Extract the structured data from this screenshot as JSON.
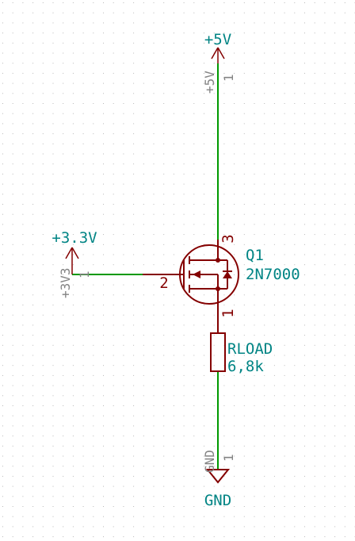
{
  "schematic": {
    "colors": {
      "background": "#ffffff",
      "grid_dot": "#b8b8b8",
      "wire": "#009900",
      "component": "#840000",
      "net_label": "#008484",
      "pin_text": "#848484"
    },
    "supply_5v": {
      "label": "+5V",
      "pin_net": "+5V",
      "pin_number": "1"
    },
    "supply_3v3": {
      "label": "+3.3V",
      "pin_net": "+3V3",
      "pin_number": "1"
    },
    "ground": {
      "label": "GND",
      "pin_net": "GND",
      "pin_number": "1"
    },
    "transistor": {
      "reference": "Q1",
      "value": "2N7000",
      "pins": {
        "gate": "2",
        "drain": "3",
        "source": "1"
      }
    },
    "resistor": {
      "reference": "RLOAD",
      "value": "6,8k"
    }
  }
}
